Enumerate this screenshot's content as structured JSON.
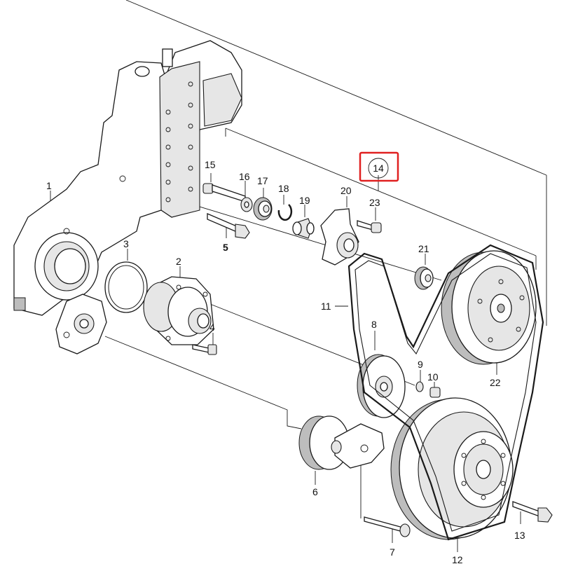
{
  "callouts": {
    "c1": "1",
    "c2": "2",
    "c3": "3",
    "c4": "4",
    "c5": "5",
    "c6": "6",
    "c7": "7",
    "c8": "8",
    "c9": "9",
    "c10": "10",
    "c11": "11",
    "c12": "12",
    "c13": "13",
    "c14": "14",
    "c15": "15",
    "c16": "16",
    "c17": "17",
    "c18": "18",
    "c19": "19",
    "c20": "20",
    "c21": "21",
    "c22": "22",
    "c23": "23"
  },
  "highlight": {
    "label": "14",
    "color": "#e02020"
  }
}
